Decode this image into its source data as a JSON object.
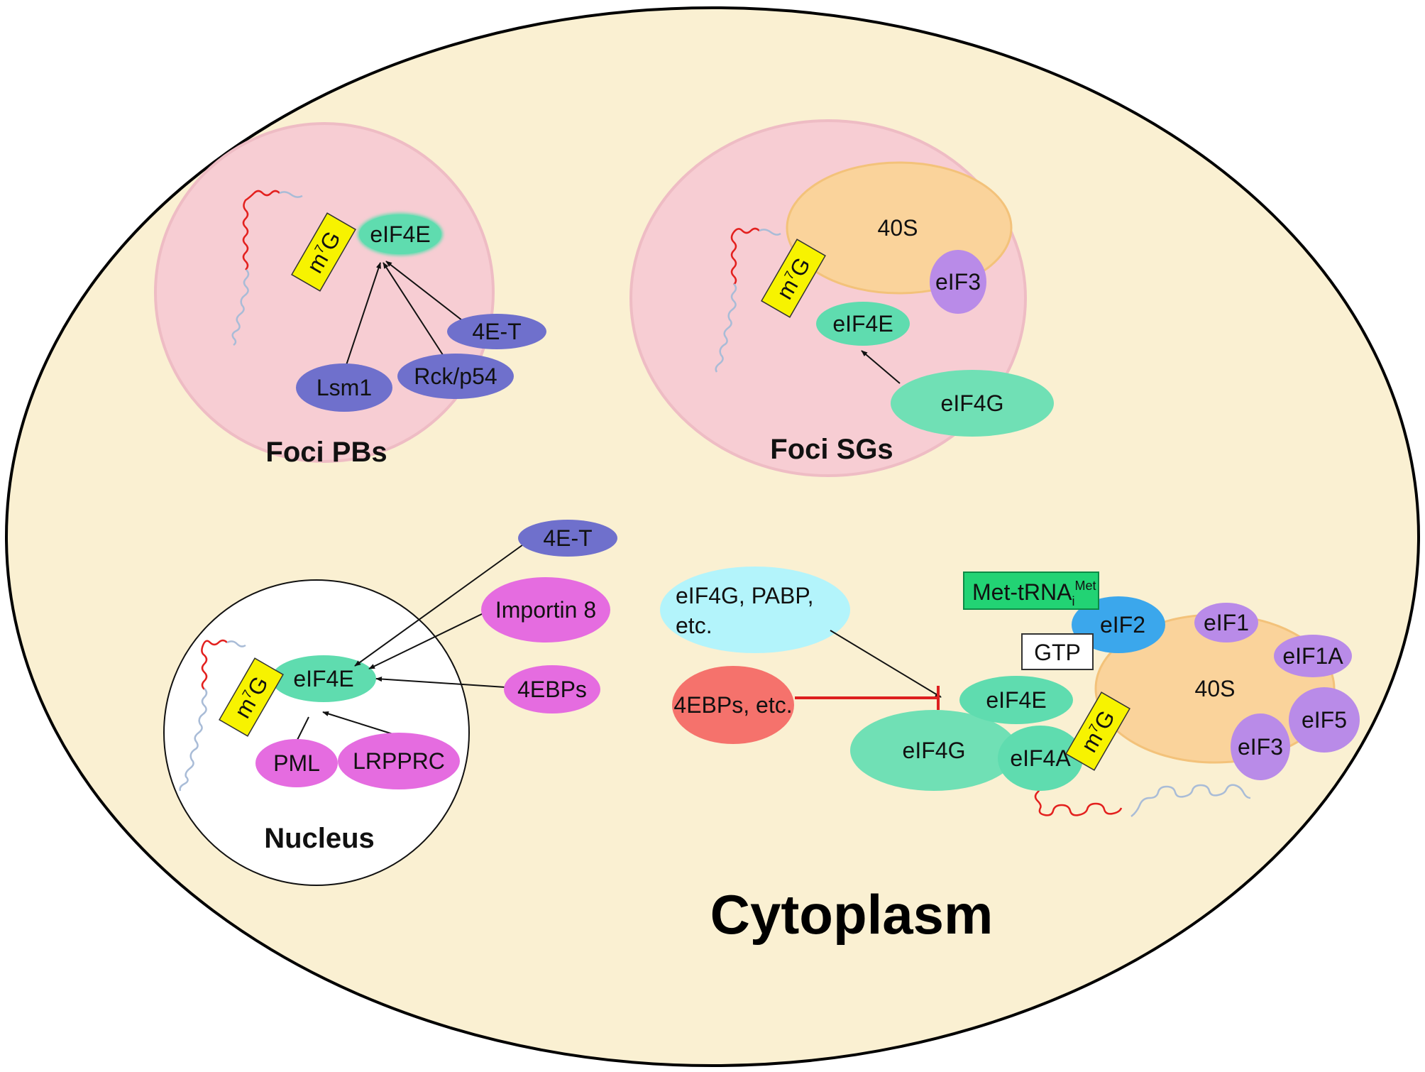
{
  "labels": {
    "cytoplasm": "Cytoplasm",
    "foci_pbs": "Foci PBs",
    "foci_sgs": "Foci SGs",
    "nucleus": "Nucleus",
    "m7g_m": "m",
    "m7g_sup": "7",
    "m7g_g": "G",
    "eif4e": "eIF4E",
    "eif4g": "eIF4G",
    "eif4a": "eIF4A",
    "eif3": "eIF3",
    "eif2": "eIF2",
    "eif1": "eIF1",
    "eif1a": "eIF1A",
    "eif5": "eIF5",
    "s40": "40S",
    "lsm1": "Lsm1",
    "rck_p54": "Rck/p54",
    "t4e": "4E-T",
    "importin8": "Importin 8",
    "ebps4": "4EBPs",
    "pml": "PML",
    "lrpprc": "LRPPRC",
    "eif4g_pabp_line1": "eIF4G, PABP,",
    "eif4g_pabp_line2": "etc.",
    "ebps_etc": "4EBPs, etc.",
    "gtp": "GTP",
    "met_trna_base": "Met-tRNA",
    "met_trna_sub": "i",
    "met_trna_sup": "Met"
  },
  "colors": {
    "cytoplasm_fill": "#faf0d2",
    "foci_fill": "#f7cdd3",
    "foci_edge": "#eebcc4",
    "eif4e_green": "#5fdcaf",
    "eif4g_green": "#70e0b5",
    "cap_yellow": "#f7f300",
    "blue_purple": "#6f70cc",
    "magenta": "#e56ce0",
    "orange_40s": "#fad39b",
    "lavender": "#b98be8",
    "cyan": "#b3f4fb",
    "salmon": "#f5726c",
    "eif2_blue": "#3ba7ec",
    "met_green": "#22d374",
    "inhibit_red": "#dd1f1f",
    "rna_red": "#e3201e",
    "rna_blue": "#a9bcd7"
  }
}
